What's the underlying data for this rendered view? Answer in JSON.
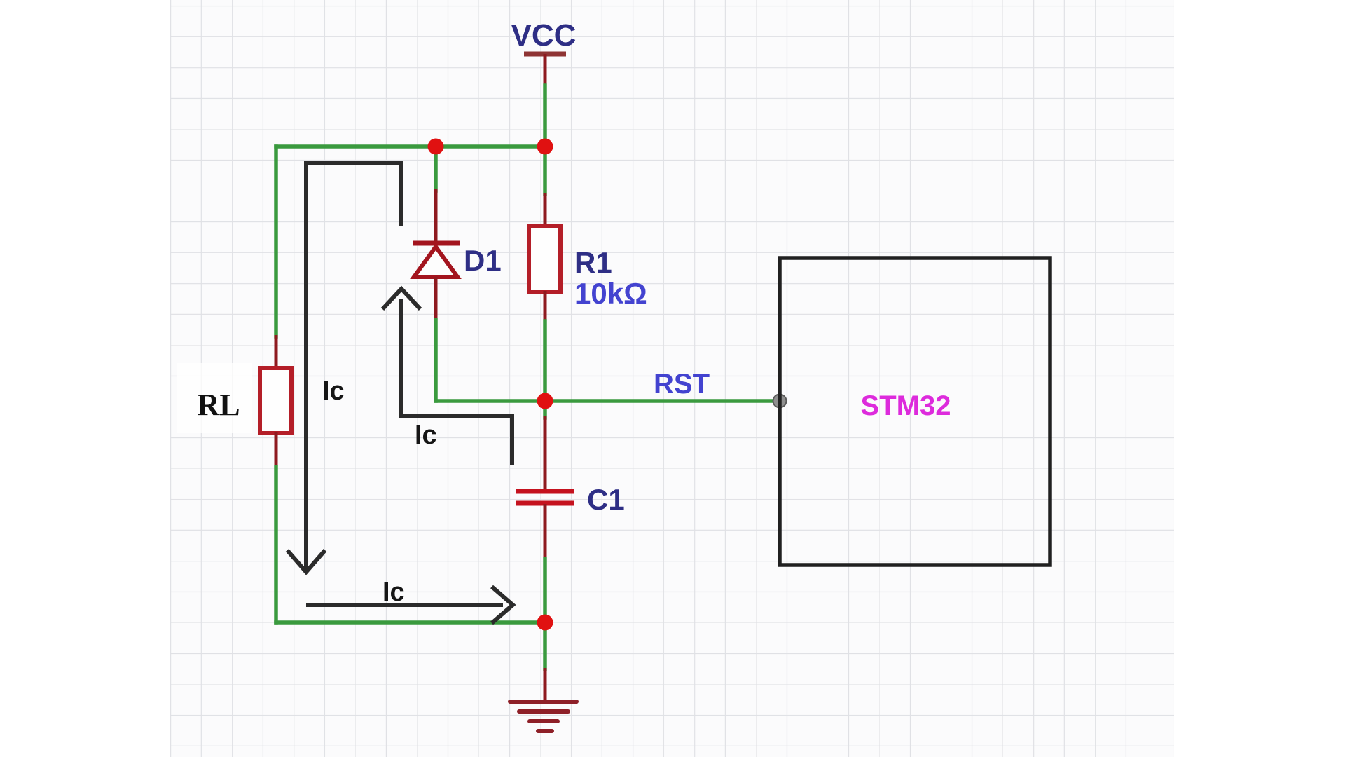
{
  "diagram": {
    "title": "STM32 reset circuit schematic",
    "labels": {
      "vcc": "VCC",
      "d1": "D1",
      "r1": "R1",
      "r1_value": "10kΩ",
      "rl": "RL",
      "c1": "C1",
      "rst_net": "RST",
      "stm32": "STM32",
      "current": "Ic"
    },
    "components": [
      {
        "ref": "D1",
        "type": "diode",
        "orientation": "cathode-up",
        "connects": "RST node to VCC rail"
      },
      {
        "ref": "R1",
        "type": "resistor",
        "value": "10kΩ",
        "connects": "VCC to RST node"
      },
      {
        "ref": "RL",
        "type": "resistor",
        "connects": "VCC rail to ground rail (left branch)"
      },
      {
        "ref": "C1",
        "type": "capacitor",
        "connects": "RST node to ground"
      },
      {
        "ref": "STM32",
        "type": "ic",
        "pin": "RST"
      }
    ],
    "nets": [
      "VCC",
      "RST",
      "GND"
    ],
    "current_arrows": [
      {
        "label": "Ic",
        "direction": "down through RL branch"
      },
      {
        "label": "Ic",
        "direction": "up through D1 branch"
      },
      {
        "label": "Ic",
        "direction": "right along bottom rail"
      }
    ],
    "colors": {
      "wire": "#3a9a3e",
      "lead": "#8e1a1f",
      "junction": "#e01111",
      "component": "#b41e28",
      "diode": "#a3141e",
      "cap": "#c5121e",
      "vccbar": "#8f3434",
      "gnd": "#8e2028",
      "annotation": "#2b2b2b",
      "box": "#202020",
      "pin": "#8f8f8f",
      "label_navy": "#2e2e85",
      "label_blue": "#4343d0",
      "label_magenta": "#dd2bdc",
      "label_black": "#161616",
      "grid_line": "#e0e1e5",
      "bg": "#fbfbfc",
      "margin": "#ffffff"
    }
  }
}
